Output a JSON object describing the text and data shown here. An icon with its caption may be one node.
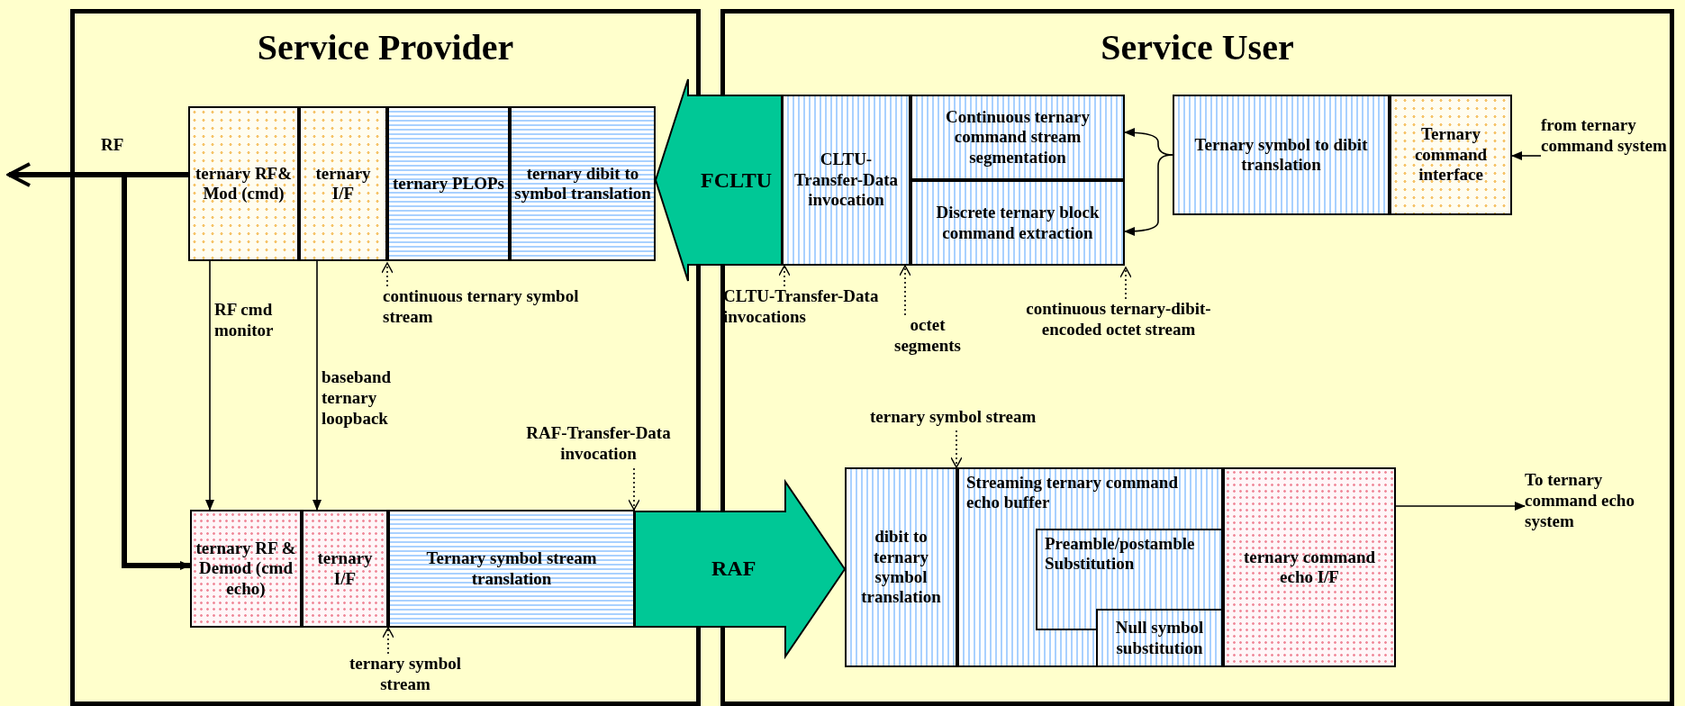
{
  "diagram": {
    "nodes": [
      {
        "text": [
          "Service Provider"
        ]
      },
      {
        "text": [
          "Service User"
        ]
      },
      {
        "text": [
          "ternary RF& Mod (cmd)"
        ],
        "in": 0
      },
      {
        "text": [
          "ternary I/F"
        ],
        "in": 0
      },
      {
        "text": [
          "ternary PLOPs"
        ],
        "in": 0
      },
      {
        "text": [
          "ternary dibit to symbol translation"
        ],
        "in": 0
      },
      {
        "text": [
          "CLTU-Transfer-Data invocation"
        ],
        "in": 1
      },
      {
        "text": [
          "Continuous ternary command stream segmentation"
        ],
        "in": 1
      },
      {
        "text": [
          "Discrete ternary block command extraction"
        ],
        "in": 1
      },
      {
        "text": [
          "Ternary symbol to dibit translation"
        ],
        "in": 1
      },
      {
        "text": [
          "Ternary command interface"
        ],
        "in": 1
      },
      {
        "text": [
          "from ternary command system"
        ],
        "in": 1
      },
      {
        "text": [
          "continuous ternary symbol stream"
        ],
        "in": 0
      },
      {
        "text": [
          "CLTU-Transfer-Data invocations"
        ],
        "in": 1
      },
      {
        "text": [
          "octet segments"
        ],
        "in": 1
      },
      {
        "text": [
          "continuous ternary-dibit-encoded octet stream"
        ],
        "in": 1
      },
      {
        "text": [
          "RAF-Transfer-Data invocation"
        ],
        "in": 0
      },
      {
        "text": [
          "ternary symbol stream"
        ],
        "in": 1
      },
      {
        "text": [
          "ternary RF & Demod (cmd echo)"
        ],
        "in": 0
      },
      {
        "text": [
          "ternary I/F"
        ],
        "in": 0
      },
      {
        "text": [
          "Ternary symbol stream translation"
        ],
        "in": 0
      },
      {
        "text": [
          "dibit to ternary symbol translation"
        ],
        "in": 1
      },
      {
        "text": [
          "Streaming ternary command echo buffer"
        ],
        "in": 1
      },
      {
        "text": [
          "Preamble/postamble Substitution"
        ],
        "in": 22
      },
      {
        "text": [
          "Null symbol substitution"
        ],
        "in": 22
      },
      {
        "text": [
          "ternary command echo I/F"
        ],
        "in": 1
      },
      {
        "text": [
          "To ternary command echo system"
        ],
        "in": 1
      },
      {
        "text": [
          "ternary symbol stream"
        ],
        "in": 0
      }
    ],
    "edges": [
      {
        "from": 2,
        "to": null,
        "arrow": "to",
        "label": "RF",
        "style": "thick"
      },
      {
        "from": 2,
        "to": 18,
        "arrow": "to",
        "style": "thick"
      },
      {
        "from": 2,
        "to": 18,
        "arrow": "to",
        "label": "RF cmd monitor"
      },
      {
        "from": 3,
        "to": 19,
        "arrow": "to",
        "label": "baseband ternary loopback"
      },
      {
        "from": 12,
        "to": null,
        "arrow": "to",
        "style": "dashed"
      },
      {
        "from": 13,
        "to": 6,
        "arrow": "to",
        "style": "dashed"
      },
      {
        "from": 14,
        "to": 6,
        "arrow": "to",
        "style": "dashed"
      },
      {
        "from": 15,
        "to": null,
        "arrow": "to",
        "style": "dashed"
      },
      {
        "from": 9,
        "to": 7,
        "arrow": "to"
      },
      {
        "from": 9,
        "to": 8,
        "arrow": "to"
      },
      {
        "from": 11,
        "to": 10,
        "arrow": "to"
      },
      {
        "from": 16,
        "to": 20,
        "arrow": "to",
        "style": "dashed"
      },
      {
        "from": 17,
        "to": 21,
        "arrow": "to",
        "style": "dashed"
      },
      {
        "from": 27,
        "to": null,
        "arrow": "to",
        "style": "dashed"
      },
      {
        "from": 25,
        "to": 26,
        "arrow": "to"
      },
      {
        "from": 6,
        "to": 5,
        "arrow": "to",
        "label": "FCLTU",
        "style": "thick",
        "color": "#00c896"
      },
      {
        "from": 20,
        "to": 21,
        "arrow": "to",
        "label": "RAF",
        "style": "thick",
        "color": "#00c896"
      }
    ]
  }
}
